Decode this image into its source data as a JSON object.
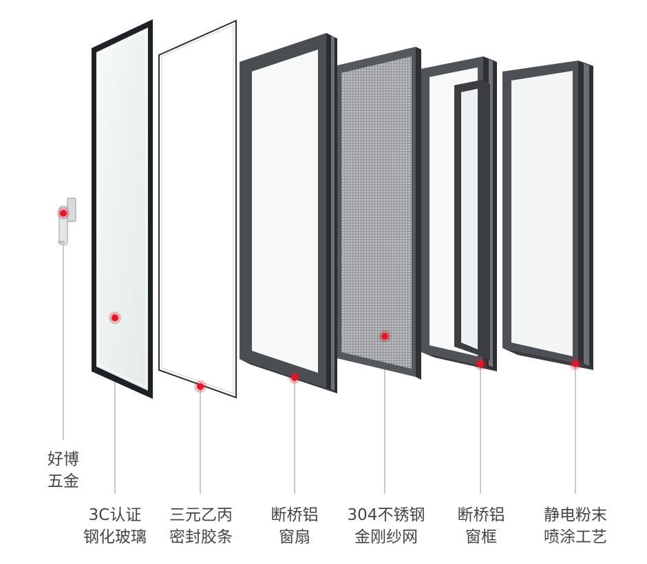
{
  "colors": {
    "frame_dark": "#3a3c40",
    "frame_mid": "#5c5f64",
    "frame_light": "#8a8d92",
    "glass": "#eef3f1",
    "mesh": "#9fa2a6",
    "marker": "#e0182d",
    "leader": "#b5b5b5",
    "text": "#444444"
  },
  "components": [
    {
      "id": "hardware",
      "lines": [
        "好博",
        "五金"
      ],
      "icon": "handle-icon"
    },
    {
      "id": "glass",
      "lines": [
        "3C认证",
        "钢化玻璃"
      ],
      "icon": "glass-pane-icon"
    },
    {
      "id": "seal",
      "lines": [
        "三元乙丙",
        "密封胶条"
      ],
      "icon": "seal-strip-icon"
    },
    {
      "id": "sash",
      "lines": [
        "断桥铝",
        "窗扇"
      ],
      "icon": "window-sash-icon"
    },
    {
      "id": "screen",
      "lines": [
        "304不锈钢",
        "金刚纱网"
      ],
      "icon": "screen-mesh-icon"
    },
    {
      "id": "frame",
      "lines": [
        "断桥铝",
        "窗框"
      ],
      "icon": "window-frame-icon"
    },
    {
      "id": "coating",
      "lines": [
        "静电粉末",
        "喷涂工艺"
      ],
      "icon": "outer-frame-icon"
    }
  ]
}
